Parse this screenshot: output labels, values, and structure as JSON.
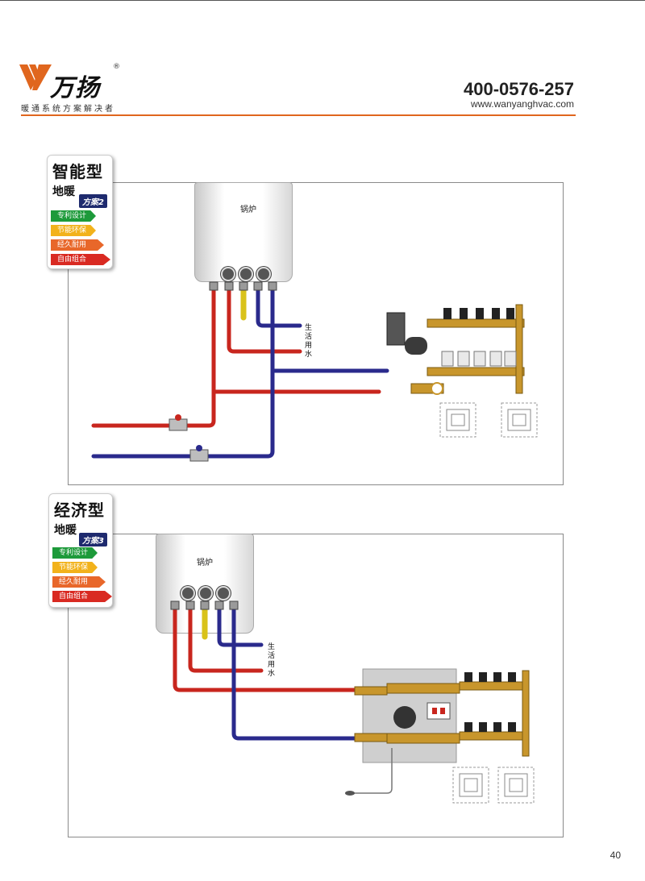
{
  "header": {
    "brand_name": "万扬",
    "registered_mark": "®",
    "tagline": "暖通系统方案解决者",
    "phone": "400-0576-257",
    "website": "www.wanyanghvac.com",
    "accent_color": "#e0661e"
  },
  "sections": [
    {
      "title": "智能型",
      "subtitle": "地暖",
      "plan": "方案2",
      "tags": [
        "专利设计",
        "节能环保",
        "经久耐用",
        "自由组合"
      ],
      "boiler_label": "锅炉",
      "domestic_water_label": "生活用水"
    },
    {
      "title": "经济型",
      "subtitle": "地暖",
      "plan": "方案3",
      "tags": [
        "专利设计",
        "节能环保",
        "经久耐用",
        "自由组合"
      ],
      "boiler_label": "锅炉",
      "domestic_water_label": "生活用水"
    }
  ],
  "tag_colors": [
    "#1d9a3a",
    "#f2b21b",
    "#e8672a",
    "#d92a22"
  ],
  "pipe_colors": {
    "supply": "#c8261e",
    "return": "#2a2a8c",
    "gas": "#d9c21a",
    "brass": "#c8962c"
  },
  "page_number": "40"
}
